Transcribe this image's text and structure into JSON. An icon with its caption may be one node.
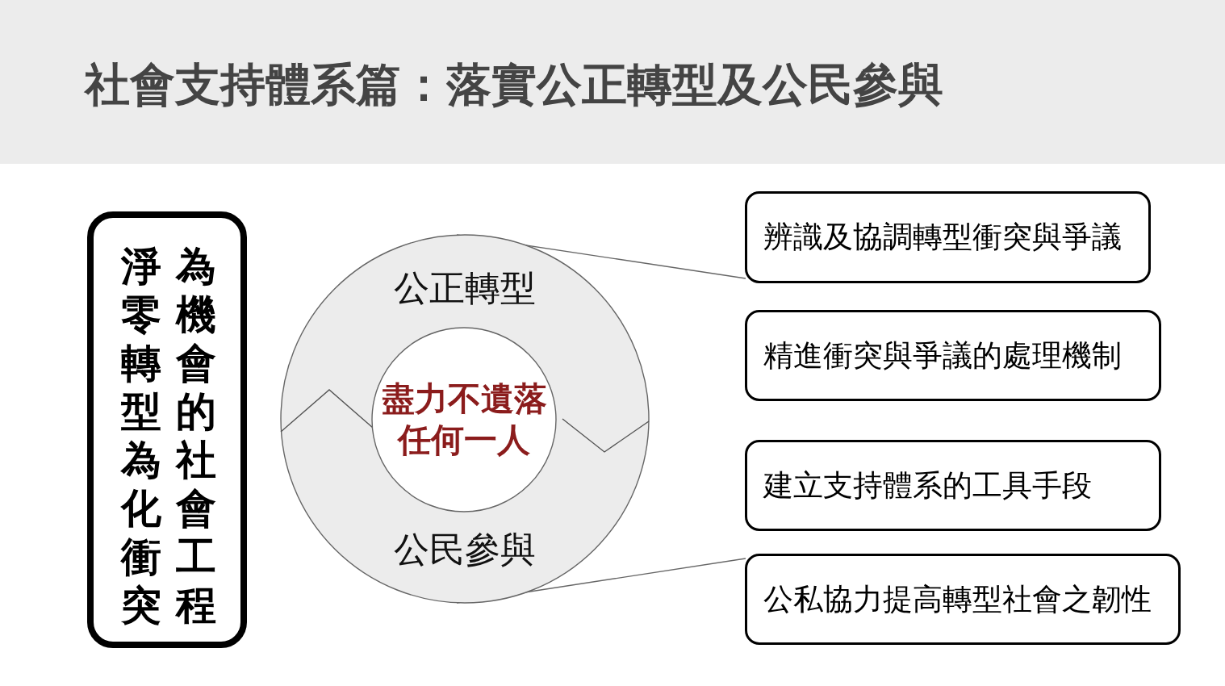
{
  "diagram": {
    "title": "社會支持體系篇：落實公正轉型及公民參與",
    "nodes": [
      {
        "text": [
          "淨零轉型為化衝突為機會的社會工程"
        ]
      },
      {
        "text": [
          "公正轉型",
          "公民參與"
        ]
      },
      {
        "text": [
          "盡力不遺落任何一人"
        ],
        "in": 1
      },
      {
        "text": [
          "辨識及協調轉型衝突與爭議"
        ]
      },
      {
        "text": [
          "精進衝突與爭議的處理機制"
        ]
      },
      {
        "text": [
          "建立支持體系的工具手段"
        ]
      },
      {
        "text": [
          "公私協力提高轉型社會之韌性"
        ]
      }
    ],
    "edges": [
      {
        "from": 1,
        "to": 3,
        "arrow": "none"
      },
      {
        "from": 1,
        "to": 6,
        "arrow": "none"
      }
    ]
  }
}
